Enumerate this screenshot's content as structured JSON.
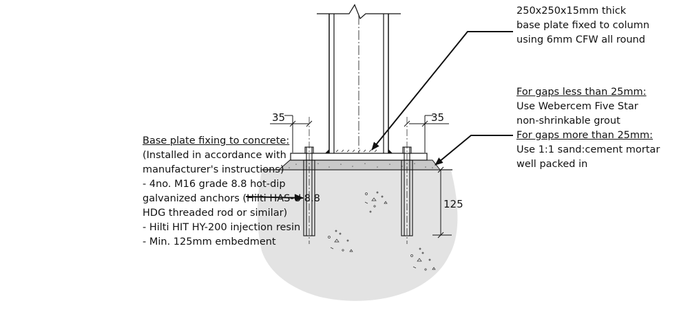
{
  "left_note": {
    "heading": "Base plate fixing to concrete:",
    "lines": [
      "(Installed in accordance with",
      "manufacturer's instructions)",
      "- 4no. M16 grade 8.8 hot-dip",
      "galvanized anchors (Hilti HAS-U 8.8",
      "HDG threaded rod or similar)",
      "- Hilti HIT HY-200 injection resin",
      "- Min. 125mm embedment"
    ]
  },
  "top_right_note": {
    "lines": [
      "250x250x15mm thick",
      "base plate fixed to column",
      "using 6mm CFW all round"
    ]
  },
  "right_note": {
    "heading_small_gaps": "For gaps less than 25mm:",
    "small_gap_lines": [
      "Use Webercem Five Star",
      "non-shrinkable grout"
    ],
    "heading_large_gaps": "For gaps more than 25mm:",
    "large_gap_lines": [
      "Use 1:1 sand:cement mortar",
      "well packed in"
    ]
  },
  "dimensions": {
    "edge_left": "35",
    "edge_right": "35",
    "embedment": "125"
  }
}
